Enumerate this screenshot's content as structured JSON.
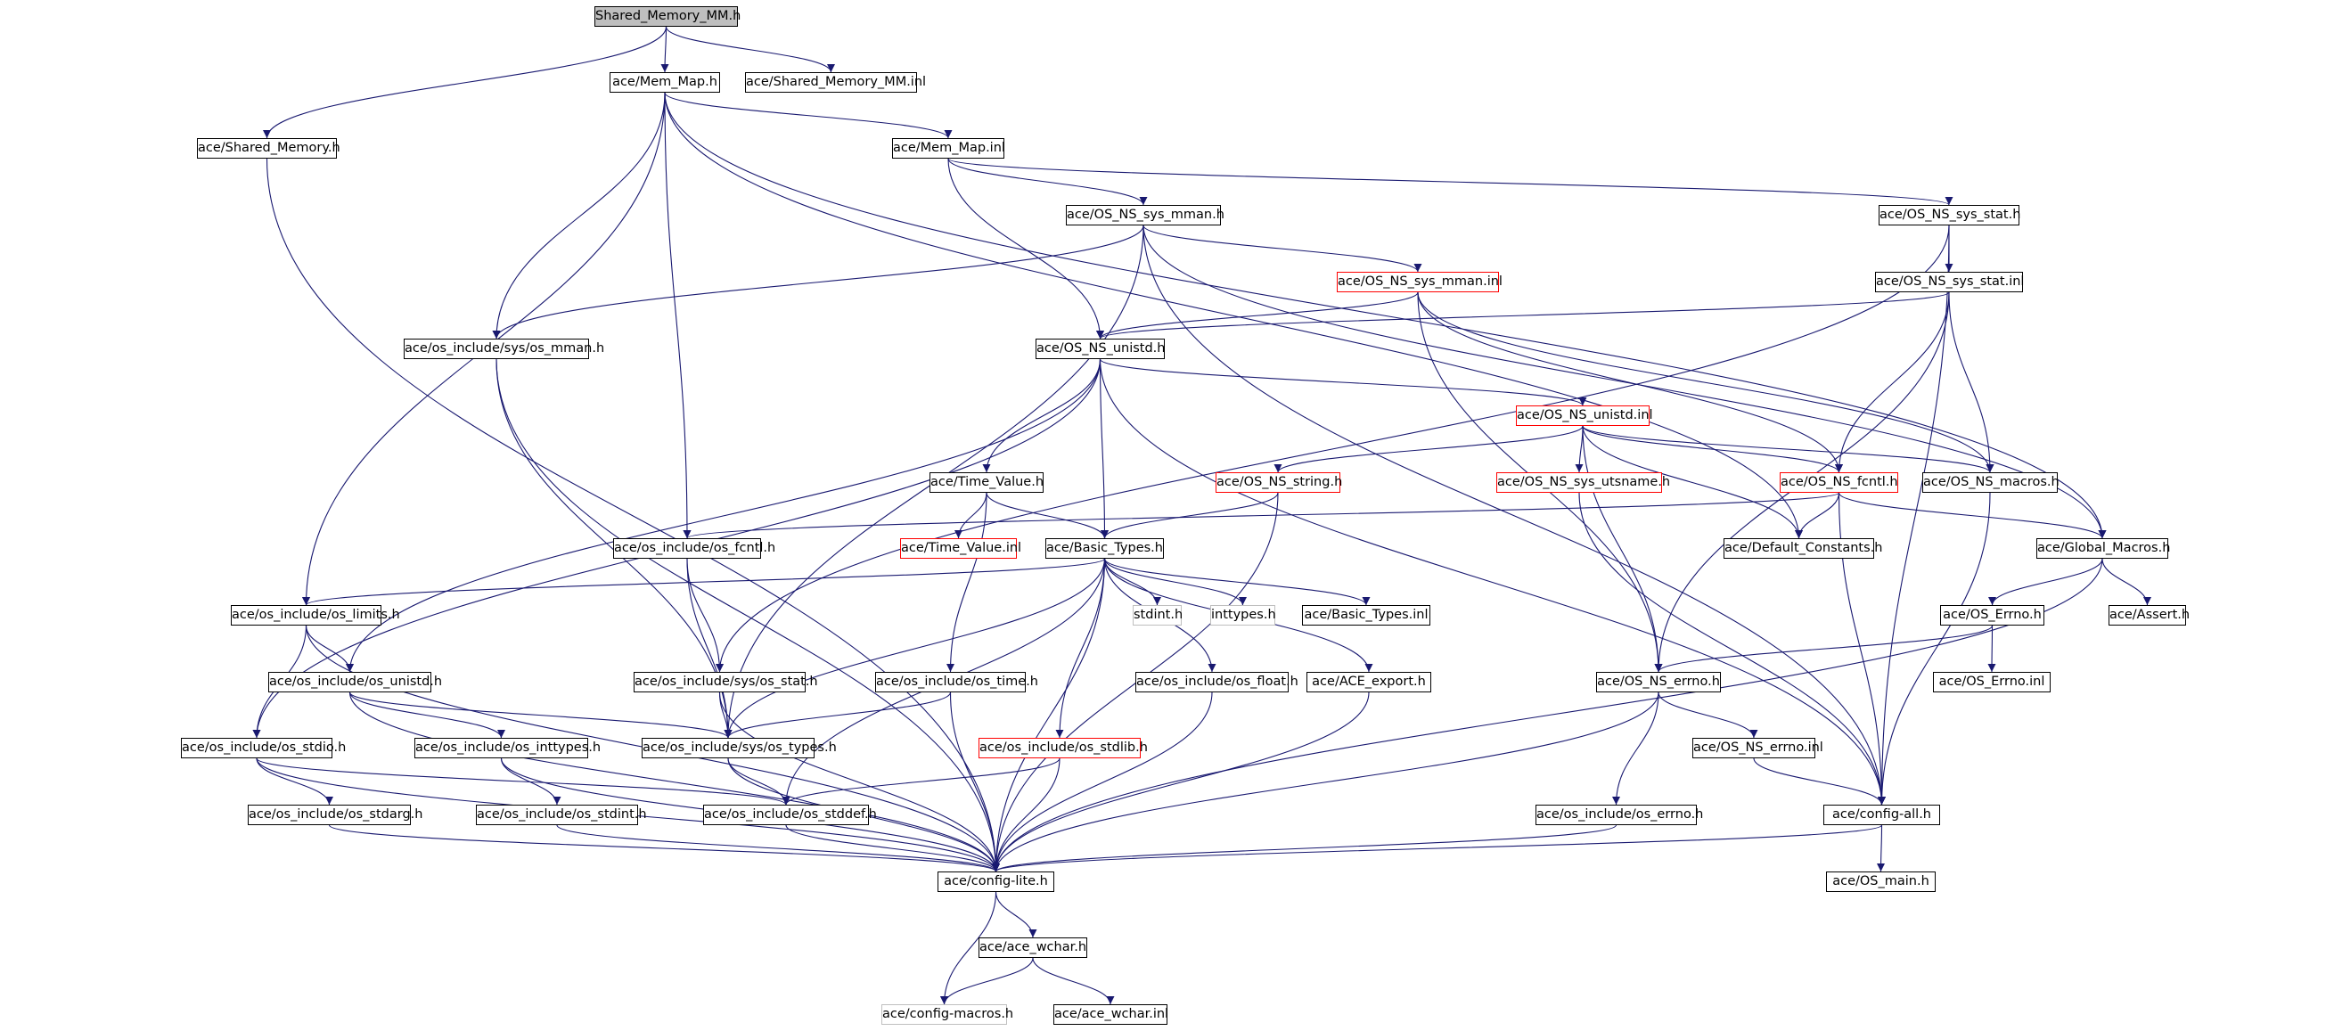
{
  "graph": {
    "edge_color": "#191970",
    "nodes": [
      {
        "id": "n_root",
        "label": "Shared_Memory_MM.h",
        "style": "root"
      },
      {
        "id": "n_memmap_h",
        "label": "ace/Mem_Map.h",
        "style": "normal"
      },
      {
        "id": "n_shm_inl",
        "label": "ace/Shared_Memory_MM.inl",
        "style": "normal"
      },
      {
        "id": "n_shm_h",
        "label": "ace/Shared_Memory.h",
        "style": "normal"
      },
      {
        "id": "n_memmap_inl",
        "label": "ace/Mem_Map.inl",
        "style": "normal"
      },
      {
        "id": "n_sysmman_h",
        "label": "ace/OS_NS_sys_mman.h",
        "style": "normal"
      },
      {
        "id": "n_sysstat_h",
        "label": "ace/OS_NS_sys_stat.h",
        "style": "normal"
      },
      {
        "id": "n_sysmman_inl",
        "label": "ace/OS_NS_sys_mman.inl",
        "style": "red"
      },
      {
        "id": "n_sysstat_inl",
        "label": "ace/OS_NS_sys_stat.inl",
        "style": "normal"
      },
      {
        "id": "n_os_mman",
        "label": "ace/os_include/sys/os_mman.h",
        "style": "normal"
      },
      {
        "id": "n_unistd_h",
        "label": "ace/OS_NS_unistd.h",
        "style": "normal"
      },
      {
        "id": "n_unistd_inl",
        "label": "ace/OS_NS_unistd.inl",
        "style": "red"
      },
      {
        "id": "n_time_value_h",
        "label": "ace/Time_Value.h",
        "style": "normal"
      },
      {
        "id": "n_string_h",
        "label": "ace/OS_NS_string.h",
        "style": "red"
      },
      {
        "id": "n_utsname_h",
        "label": "ace/OS_NS_sys_utsname.h",
        "style": "red"
      },
      {
        "id": "n_fcntl_h",
        "label": "ace/OS_NS_fcntl.h",
        "style": "red"
      },
      {
        "id": "n_macros_h",
        "label": "ace/OS_NS_macros.h",
        "style": "normal"
      },
      {
        "id": "n_os_fcntl",
        "label": "ace/os_include/os_fcntl.h",
        "style": "normal"
      },
      {
        "id": "n_time_value_inl",
        "label": "ace/Time_Value.inl",
        "style": "red"
      },
      {
        "id": "n_basic_types_h",
        "label": "ace/Basic_Types.h",
        "style": "normal"
      },
      {
        "id": "n_default_constants",
        "label": "ace/Default_Constants.h",
        "style": "normal"
      },
      {
        "id": "n_global_macros",
        "label": "ace/Global_Macros.h",
        "style": "normal"
      },
      {
        "id": "n_os_limits",
        "label": "ace/os_include/os_limits.h",
        "style": "normal"
      },
      {
        "id": "n_stdint",
        "label": "stdint.h",
        "style": "grey"
      },
      {
        "id": "n_inttypes",
        "label": "inttypes.h",
        "style": "grey"
      },
      {
        "id": "n_basic_types_inl",
        "label": "ace/Basic_Types.inl",
        "style": "normal"
      },
      {
        "id": "n_os_errno_h",
        "label": "ace/OS_Errno.h",
        "style": "normal"
      },
      {
        "id": "n_assert",
        "label": "ace/Assert.h",
        "style": "normal"
      },
      {
        "id": "n_os_unistd",
        "label": "ace/os_include/os_unistd.h",
        "style": "normal"
      },
      {
        "id": "n_os_sys_stat",
        "label": "ace/os_include/sys/os_stat.h",
        "style": "normal"
      },
      {
        "id": "n_os_time",
        "label": "ace/os_include/os_time.h",
        "style": "normal"
      },
      {
        "id": "n_os_float",
        "label": "ace/os_include/os_float.h",
        "style": "normal"
      },
      {
        "id": "n_ace_export",
        "label": "ace/ACE_export.h",
        "style": "normal"
      },
      {
        "id": "n_ns_errno_h",
        "label": "ace/OS_NS_errno.h",
        "style": "normal"
      },
      {
        "id": "n_os_errno_inl",
        "label": "ace/OS_Errno.inl",
        "style": "normal"
      },
      {
        "id": "n_os_stdio",
        "label": "ace/os_include/os_stdio.h",
        "style": "normal"
      },
      {
        "id": "n_os_inttypes",
        "label": "ace/os_include/os_inttypes.h",
        "style": "normal"
      },
      {
        "id": "n_os_sys_types",
        "label": "ace/os_include/sys/os_types.h",
        "style": "normal"
      },
      {
        "id": "n_os_stdlib",
        "label": "ace/os_include/os_stdlib.h",
        "style": "red"
      },
      {
        "id": "n_ns_errno_inl",
        "label": "ace/OS_NS_errno.inl",
        "style": "normal"
      },
      {
        "id": "n_os_stdarg",
        "label": "ace/os_include/os_stdarg.h",
        "style": "normal"
      },
      {
        "id": "n_os_stdint",
        "label": "ace/os_include/os_stdint.h",
        "style": "normal"
      },
      {
        "id": "n_os_stddef",
        "label": "ace/os_include/os_stddef.h",
        "style": "normal"
      },
      {
        "id": "n_os_errno_inc",
        "label": "ace/os_include/os_errno.h",
        "style": "normal"
      },
      {
        "id": "n_config_all",
        "label": "ace/config-all.h",
        "style": "normal"
      },
      {
        "id": "n_config_lite",
        "label": "ace/config-lite.h",
        "style": "normal"
      },
      {
        "id": "n_os_main",
        "label": "ace/OS_main.h",
        "style": "normal"
      },
      {
        "id": "n_ace_wchar_h",
        "label": "ace/ace_wchar.h",
        "style": "normal"
      },
      {
        "id": "n_config_macros",
        "label": "ace/config-macros.h",
        "style": "grey"
      },
      {
        "id": "n_ace_wchar_inl",
        "label": "ace/ace_wchar.inl",
        "style": "normal"
      }
    ],
    "edges": [
      [
        "n_root",
        "n_memmap_h"
      ],
      [
        "n_root",
        "n_shm_inl"
      ],
      [
        "n_root",
        "n_shm_h"
      ],
      [
        "n_memmap_h",
        "n_memmap_inl"
      ],
      [
        "n_memmap_h",
        "n_os_mman"
      ],
      [
        "n_memmap_h",
        "n_os_fcntl"
      ],
      [
        "n_memmap_h",
        "n_os_limits"
      ],
      [
        "n_memmap_h",
        "n_default_constants"
      ],
      [
        "n_memmap_h",
        "n_global_macros"
      ],
      [
        "n_shm_h",
        "n_config_lite"
      ],
      [
        "n_memmap_inl",
        "n_sysmman_h"
      ],
      [
        "n_memmap_inl",
        "n_sysstat_h"
      ],
      [
        "n_memmap_inl",
        "n_unistd_h"
      ],
      [
        "n_sysmman_h",
        "n_sysmman_inl"
      ],
      [
        "n_sysmman_h",
        "n_os_mman"
      ],
      [
        "n_sysmman_h",
        "n_os_sys_types"
      ],
      [
        "n_sysmman_h",
        "n_global_macros"
      ],
      [
        "n_sysmman_h",
        "n_config_all"
      ],
      [
        "n_sysstat_h",
        "n_sysstat_inl"
      ],
      [
        "n_sysstat_h",
        "n_os_sys_stat"
      ],
      [
        "n_sysstat_h",
        "n_config_all"
      ],
      [
        "n_sysmman_inl",
        "n_unistd_h"
      ],
      [
        "n_sysmman_inl",
        "n_fcntl_h"
      ],
      [
        "n_sysmman_inl",
        "n_macros_h"
      ],
      [
        "n_sysmman_inl",
        "n_ns_errno_h"
      ],
      [
        "n_sysstat_inl",
        "n_unistd_h"
      ],
      [
        "n_sysstat_inl",
        "n_fcntl_h"
      ],
      [
        "n_sysstat_inl",
        "n_macros_h"
      ],
      [
        "n_sysstat_inl",
        "n_ns_errno_h"
      ],
      [
        "n_os_mman",
        "n_os_sys_types"
      ],
      [
        "n_os_mman",
        "n_config_lite"
      ],
      [
        "n_unistd_h",
        "n_unistd_inl"
      ],
      [
        "n_unistd_h",
        "n_time_value_h"
      ],
      [
        "n_unistd_h",
        "n_basic_types_h"
      ],
      [
        "n_unistd_h",
        "n_os_unistd"
      ],
      [
        "n_unistd_h",
        "n_os_stdio"
      ],
      [
        "n_unistd_h",
        "n_config_all"
      ],
      [
        "n_unistd_inl",
        "n_string_h"
      ],
      [
        "n_unistd_inl",
        "n_utsname_h"
      ],
      [
        "n_unistd_inl",
        "n_fcntl_h"
      ],
      [
        "n_unistd_inl",
        "n_macros_h"
      ],
      [
        "n_unistd_inl",
        "n_default_constants"
      ],
      [
        "n_unistd_inl",
        "n_ns_errno_h"
      ],
      [
        "n_time_value_h",
        "n_time_value_inl"
      ],
      [
        "n_time_value_h",
        "n_basic_types_h"
      ],
      [
        "n_time_value_h",
        "n_os_time"
      ],
      [
        "n_string_h",
        "n_basic_types_h"
      ],
      [
        "n_string_h",
        "n_config_lite"
      ],
      [
        "n_utsname_h",
        "n_config_all"
      ],
      [
        "n_fcntl_h",
        "n_os_fcntl"
      ],
      [
        "n_fcntl_h",
        "n_default_constants"
      ],
      [
        "n_fcntl_h",
        "n_global_macros"
      ],
      [
        "n_fcntl_h",
        "n_config_all"
      ],
      [
        "n_macros_h",
        "n_config_all"
      ],
      [
        "n_os_fcntl",
        "n_os_sys_stat"
      ],
      [
        "n_os_fcntl",
        "n_os_sys_types"
      ],
      [
        "n_basic_types_h",
        "n_os_limits"
      ],
      [
        "n_basic_types_h",
        "n_stdint"
      ],
      [
        "n_basic_types_h",
        "n_inttypes"
      ],
      [
        "n_basic_types_h",
        "n_basic_types_inl"
      ],
      [
        "n_basic_types_h",
        "n_ace_export"
      ],
      [
        "n_basic_types_h",
        "n_os_float"
      ],
      [
        "n_basic_types_h",
        "n_os_stdlib"
      ],
      [
        "n_basic_types_h",
        "n_os_sys_types"
      ],
      [
        "n_basic_types_h",
        "n_os_stddef"
      ],
      [
        "n_basic_types_h",
        "n_config_lite"
      ],
      [
        "n_global_macros",
        "n_os_errno_h"
      ],
      [
        "n_global_macros",
        "n_assert"
      ],
      [
        "n_global_macros",
        "n_config_lite"
      ],
      [
        "n_os_limits",
        "n_os_unistd"
      ],
      [
        "n_os_limits",
        "n_os_stdio"
      ],
      [
        "n_os_limits",
        "n_config_lite"
      ],
      [
        "n_os_errno_h",
        "n_os_errno_inl"
      ],
      [
        "n_os_errno_h",
        "n_ns_errno_h"
      ],
      [
        "n_os_unistd",
        "n_os_inttypes"
      ],
      [
        "n_os_unistd",
        "n_os_sys_types"
      ],
      [
        "n_os_unistd",
        "n_config_lite"
      ],
      [
        "n_os_sys_stat",
        "n_os_sys_types"
      ],
      [
        "n_os_sys_stat",
        "n_config_lite"
      ],
      [
        "n_os_time",
        "n_os_sys_types"
      ],
      [
        "n_os_time",
        "n_config_lite"
      ],
      [
        "n_os_float",
        "n_config_lite"
      ],
      [
        "n_ace_export",
        "n_config_lite"
      ],
      [
        "n_ns_errno_h",
        "n_ns_errno_inl"
      ],
      [
        "n_ns_errno_h",
        "n_os_errno_inc"
      ],
      [
        "n_ns_errno_h",
        "n_config_lite"
      ],
      [
        "n_os_stdio",
        "n_os_stdarg"
      ],
      [
        "n_os_stdio",
        "n_os_stddef"
      ],
      [
        "n_os_stdio",
        "n_config_lite"
      ],
      [
        "n_os_inttypes",
        "n_os_stdint"
      ],
      [
        "n_os_inttypes",
        "n_config_lite"
      ],
      [
        "n_os_sys_types",
        "n_os_stddef"
      ],
      [
        "n_os_sys_types",
        "n_config_lite"
      ],
      [
        "n_os_stdlib",
        "n_os_stddef"
      ],
      [
        "n_os_stdlib",
        "n_config_lite"
      ],
      [
        "n_ns_errno_inl",
        "n_config_all"
      ],
      [
        "n_os_stdarg",
        "n_config_lite"
      ],
      [
        "n_os_stdint",
        "n_config_lite"
      ],
      [
        "n_os_stddef",
        "n_config_lite"
      ],
      [
        "n_os_errno_inc",
        "n_config_lite"
      ],
      [
        "n_config_all",
        "n_config_lite"
      ],
      [
        "n_config_all",
        "n_os_main"
      ],
      [
        "n_config_lite",
        "n_ace_wchar_h"
      ],
      [
        "n_config_lite",
        "n_config_macros"
      ],
      [
        "n_ace_wchar_h",
        "n_config_macros"
      ],
      [
        "n_ace_wchar_h",
        "n_ace_wchar_inl"
      ]
    ]
  }
}
